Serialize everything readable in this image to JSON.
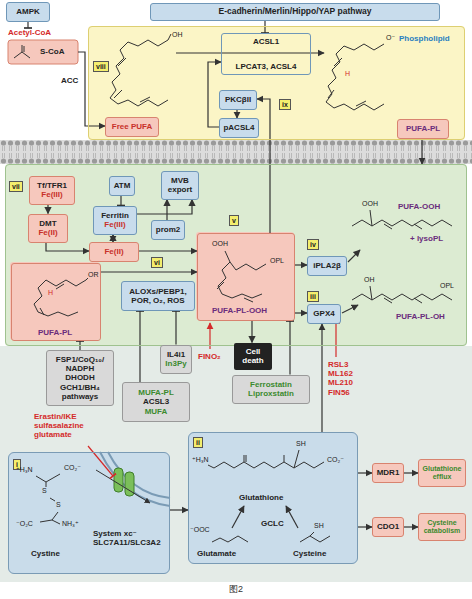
{
  "diagram": {
    "caption": "图2",
    "nodes": [
      {
        "text": [
          "AMPK"
        ]
      },
      {
        "text": [
          "E-cadherin/Merlin/Hippo/YAP pathway"
        ]
      },
      {
        "text": [
          "Acetyl-CoA",
          "S-CoA"
        ]
      },
      {
        "text": [
          "viii",
          "ix"
        ]
      },
      {
        "text": [
          "Free PUFA"
        ],
        "in": 3
      },
      {
        "text": [
          "ACSL1",
          "LPCAT3, ACSL4"
        ],
        "in": 3
      },
      {
        "text": [
          "PKCβII"
        ],
        "in": 3
      },
      {
        "text": [
          "pACSL4"
        ],
        "in": 3
      },
      {
        "text": [
          "PUFA-PL"
        ],
        "in": 3
      },
      {
        "text": [
          "vii",
          "vi",
          "v",
          "iv",
          "iii"
        ]
      },
      {
        "text": [
          "Tf/TFR1",
          "Fe(III)"
        ],
        "in": 9
      },
      {
        "text": [
          "ATM"
        ],
        "in": 9
      },
      {
        "text": [
          "MVB export"
        ],
        "in": 9
      },
      {
        "text": [
          "DMT",
          "Fe(II)"
        ],
        "in": 9
      },
      {
        "text": [
          "Ferritin",
          "Fe(III)"
        ],
        "in": 9
      },
      {
        "text": [
          "prom2"
        ],
        "in": 9
      },
      {
        "text": [
          "Fe(II)"
        ],
        "in": 9
      },
      {
        "text": [
          "PUFA-PL"
        ],
        "in": 9
      },
      {
        "text": [
          "ALOXs/PEBP1,",
          "POR, O₂, ROS"
        ],
        "in": 9
      },
      {
        "text": [
          "PUFA-PL-OOH"
        ],
        "in": 9
      },
      {
        "text": [
          "iPLA2β"
        ],
        "in": 9
      },
      {
        "text": [
          "GPX4"
        ],
        "in": 9
      },
      {
        "text": [
          "FSP1/CoQ₁₀/ NADPH",
          "DHODH",
          "GCH1/BH₄ pathways"
        ]
      },
      {
        "text": [
          "IL4i1",
          "In3Py"
        ]
      },
      {
        "text": [
          "MUFA-PL",
          "ACSL3",
          "MUFA"
        ]
      },
      {
        "text": [
          "Cell death"
        ]
      },
      {
        "text": [
          "Ferrostatin",
          "Liproxstatin"
        ]
      },
      {
        "text": [
          "i",
          "Cystine",
          "System xc⁻ SLC7A11/SLC3A2"
        ]
      },
      {
        "text": [
          "ii",
          "Glutathione",
          "GCLC",
          "Glutamate",
          "Cysteine"
        ]
      },
      {
        "text": [
          "MDR1"
        ]
      },
      {
        "text": [
          "Glutathione efflux"
        ]
      },
      {
        "text": [
          "CDO1"
        ]
      },
      {
        "text": [
          "Cysteine catabolism"
        ]
      }
    ],
    "edges": [
      {
        "from": 0,
        "to": 2,
        "arrow": "to"
      },
      {
        "from": 1,
        "to": 5,
        "arrow": "to"
      },
      {
        "from": 2,
        "to": 4,
        "arrow": "to",
        "label": "ACC"
      },
      {
        "from": 6,
        "to": 7,
        "arrow": "to"
      },
      {
        "from": 7,
        "to": 5,
        "arrow": "to"
      },
      {
        "from": 19,
        "to": 6,
        "arrow": "to"
      },
      {
        "from": 8,
        "to": 9,
        "arrow": "to"
      },
      {
        "from": 10,
        "to": 13,
        "arrow": "to"
      },
      {
        "from": 13,
        "to": 16,
        "arrow": "to"
      },
      {
        "from": 16,
        "to": 14,
        "arrow": "both"
      },
      {
        "from": 11,
        "to": 14,
        "arrow": "to"
      },
      {
        "from": 14,
        "to": 12,
        "arrow": "to"
      },
      {
        "from": 15,
        "to": 12,
        "arrow": "to"
      },
      {
        "from": 17,
        "to": 19,
        "arrow": "to"
      },
      {
        "from": 16,
        "to": 19,
        "arrow": "to"
      },
      {
        "from": 19,
        "to": 20,
        "arrow": "to"
      },
      {
        "from": 19,
        "to": 21,
        "arrow": "to"
      },
      {
        "from": 19,
        "to": 25,
        "arrow": "to"
      },
      {
        "from": 22,
        "to": 17,
        "arrow": "to"
      },
      {
        "from": 23,
        "to": 18,
        "arrow": "to"
      },
      {
        "from": 24,
        "to": 18,
        "arrow": "to"
      },
      {
        "from": 26,
        "to": 19,
        "arrow": "to"
      },
      {
        "from": 28,
        "to": 21,
        "arrow": "to"
      },
      {
        "from": 27,
        "to": 28,
        "arrow": "to"
      },
      {
        "from": 28,
        "to": 29,
        "arrow": "to"
      },
      {
        "from": 29,
        "to": 30,
        "arrow": "to"
      },
      {
        "from": 28,
        "to": 31,
        "arrow": "to"
      },
      {
        "from": 31,
        "to": 32,
        "arrow": "to"
      }
    ],
    "labels": [
      "OH",
      "O⁻",
      "Phospholipid",
      "H",
      "H",
      "OR",
      "OOH",
      "OPL",
      "OOH",
      "PUFA-OOH",
      "+ lysoPL",
      "OH",
      "OPL",
      "PUFA-PL-OH",
      "FINO₂",
      "RSL3 ML162 ML210 FIN56",
      "Erastin/IKE sulfasalazine glutamate",
      "⁺H₃N",
      "CO₂⁻",
      "S",
      "S",
      "⁻O₂C",
      "NH₃⁺",
      "⁺H₃N",
      "SH",
      "CO₂⁻",
      "⁻OOC",
      "SH"
    ]
  }
}
